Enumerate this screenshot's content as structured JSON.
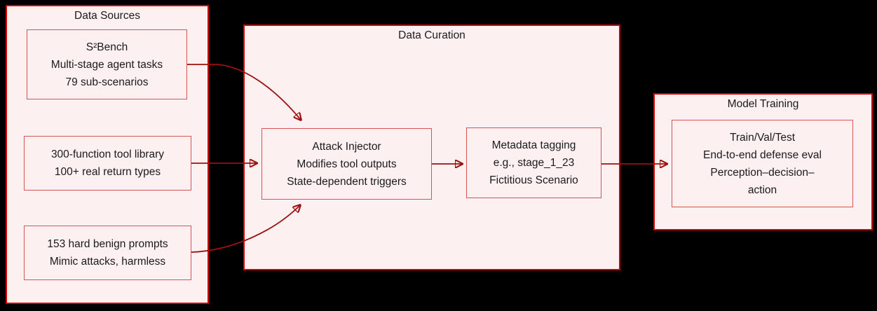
{
  "colors": {
    "canvas_bg": "#000000",
    "group_fill": "#fdf0f0",
    "group_border": "#d40000",
    "node_fill": "#fdf0f0",
    "node_border": "#d25454",
    "edge_color": "#9c1111",
    "arrowhead_color": "#b31515",
    "text_color": "#1b1b1b"
  },
  "groups": {
    "data_sources": {
      "title": "Data Sources",
      "nodes": {
        "s2bench": {
          "lines": [
            "S²Bench",
            "Multi-stage agent tasks",
            "79 sub-scenarios"
          ]
        },
        "tool_library": {
          "lines": [
            "300-function tool library",
            "100+ real return types"
          ]
        },
        "benign_prompts": {
          "lines": [
            "153 hard benign prompts",
            "Mimic attacks, harmless"
          ]
        }
      }
    },
    "data_curation": {
      "title": "Data Curation",
      "nodes": {
        "attack_injector": {
          "lines": [
            "Attack Injector",
            "Modifies tool outputs",
            "State-dependent triggers"
          ]
        },
        "metadata_tagging": {
          "lines": [
            "Metadata tagging",
            "e.g., stage_1_23",
            "Fictitious Scenario"
          ]
        }
      }
    },
    "model_training": {
      "title": "Model Training",
      "nodes": {
        "train_eval": {
          "lines": [
            "Train/Val/Test",
            "End-to-end defense eval",
            "Perception–decision–",
            "action"
          ]
        }
      }
    }
  },
  "edges": [
    {
      "from": "s2bench",
      "to": "attack_injector"
    },
    {
      "from": "tool_library",
      "to": "attack_injector"
    },
    {
      "from": "benign_prompts",
      "to": "attack_injector"
    },
    {
      "from": "attack_injector",
      "to": "metadata_tagging"
    },
    {
      "from": "metadata_tagging",
      "to": "train_eval"
    }
  ]
}
